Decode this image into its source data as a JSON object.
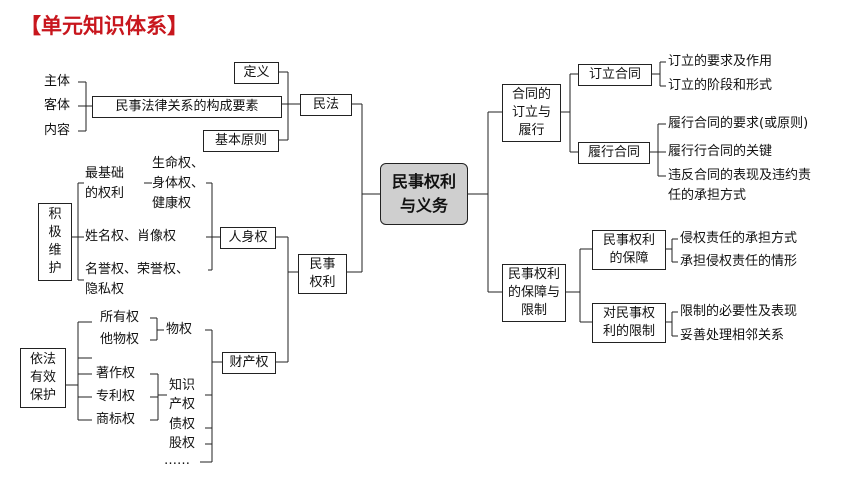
{
  "title": "【单元知识体系】",
  "center": {
    "line1": "民事权利",
    "line2": "与义务"
  },
  "left": {
    "minfa": "民法",
    "dingyi": "定义",
    "jiben": "基本原则",
    "goucheng": "民事法律关系的构成要素",
    "elements": [
      "主体",
      "客体",
      "内容"
    ],
    "minshi_quanli": {
      "line1": "民事",
      "line2": "权利"
    },
    "renshen": "人身权",
    "caichan": "财产权",
    "jiji": [
      "积",
      "极",
      "维",
      "护"
    ],
    "jichu": {
      "line1": "最基础",
      "line2": "的权利"
    },
    "life": [
      "生命权、",
      "身体权、",
      "健康权"
    ],
    "name_right": "姓名权、肖像权",
    "honor": {
      "line1": "名誉权、荣誉权、",
      "line2": "隐私权"
    },
    "yifa": [
      "依法",
      "有效",
      "保护"
    ],
    "ownership": "所有权",
    "other_real": "他物权",
    "wuquan": "物权",
    "copyright": "著作权",
    "patent": "专利权",
    "trademark": "商标权",
    "zhishi": [
      "知识",
      "产权"
    ],
    "zhaiquan": "债权",
    "guquan": "股权",
    "ellipsis": "……"
  },
  "right": {
    "hetong": {
      "line1": "合同的",
      "line2": "订立与",
      "line3": "履行"
    },
    "dingli": "订立合同",
    "dingli_items": [
      "订立的要求及作用",
      "订立的阶段和形式"
    ],
    "lvxing": "履行合同",
    "lvxing_items": [
      "履行合同的要求(或原则)",
      "履行行合同的关键",
      "违反合同的表现及违约责",
      "任的承担方式"
    ],
    "baozhang": {
      "line1": "民事权利",
      "line2": "的保障与",
      "line3": "限制"
    },
    "baozhang_box": {
      "line1": "民事权利",
      "line2": "的保障"
    },
    "baozhang_items": [
      "侵权责任的承担方式",
      "承担侵权责任的情形"
    ],
    "xianzhi_box": {
      "line1": "对民事权",
      "line2": "利的限制"
    },
    "xianzhi_items": [
      "限制的必要性及表现",
      "妥善处理相邻关系"
    ]
  }
}
